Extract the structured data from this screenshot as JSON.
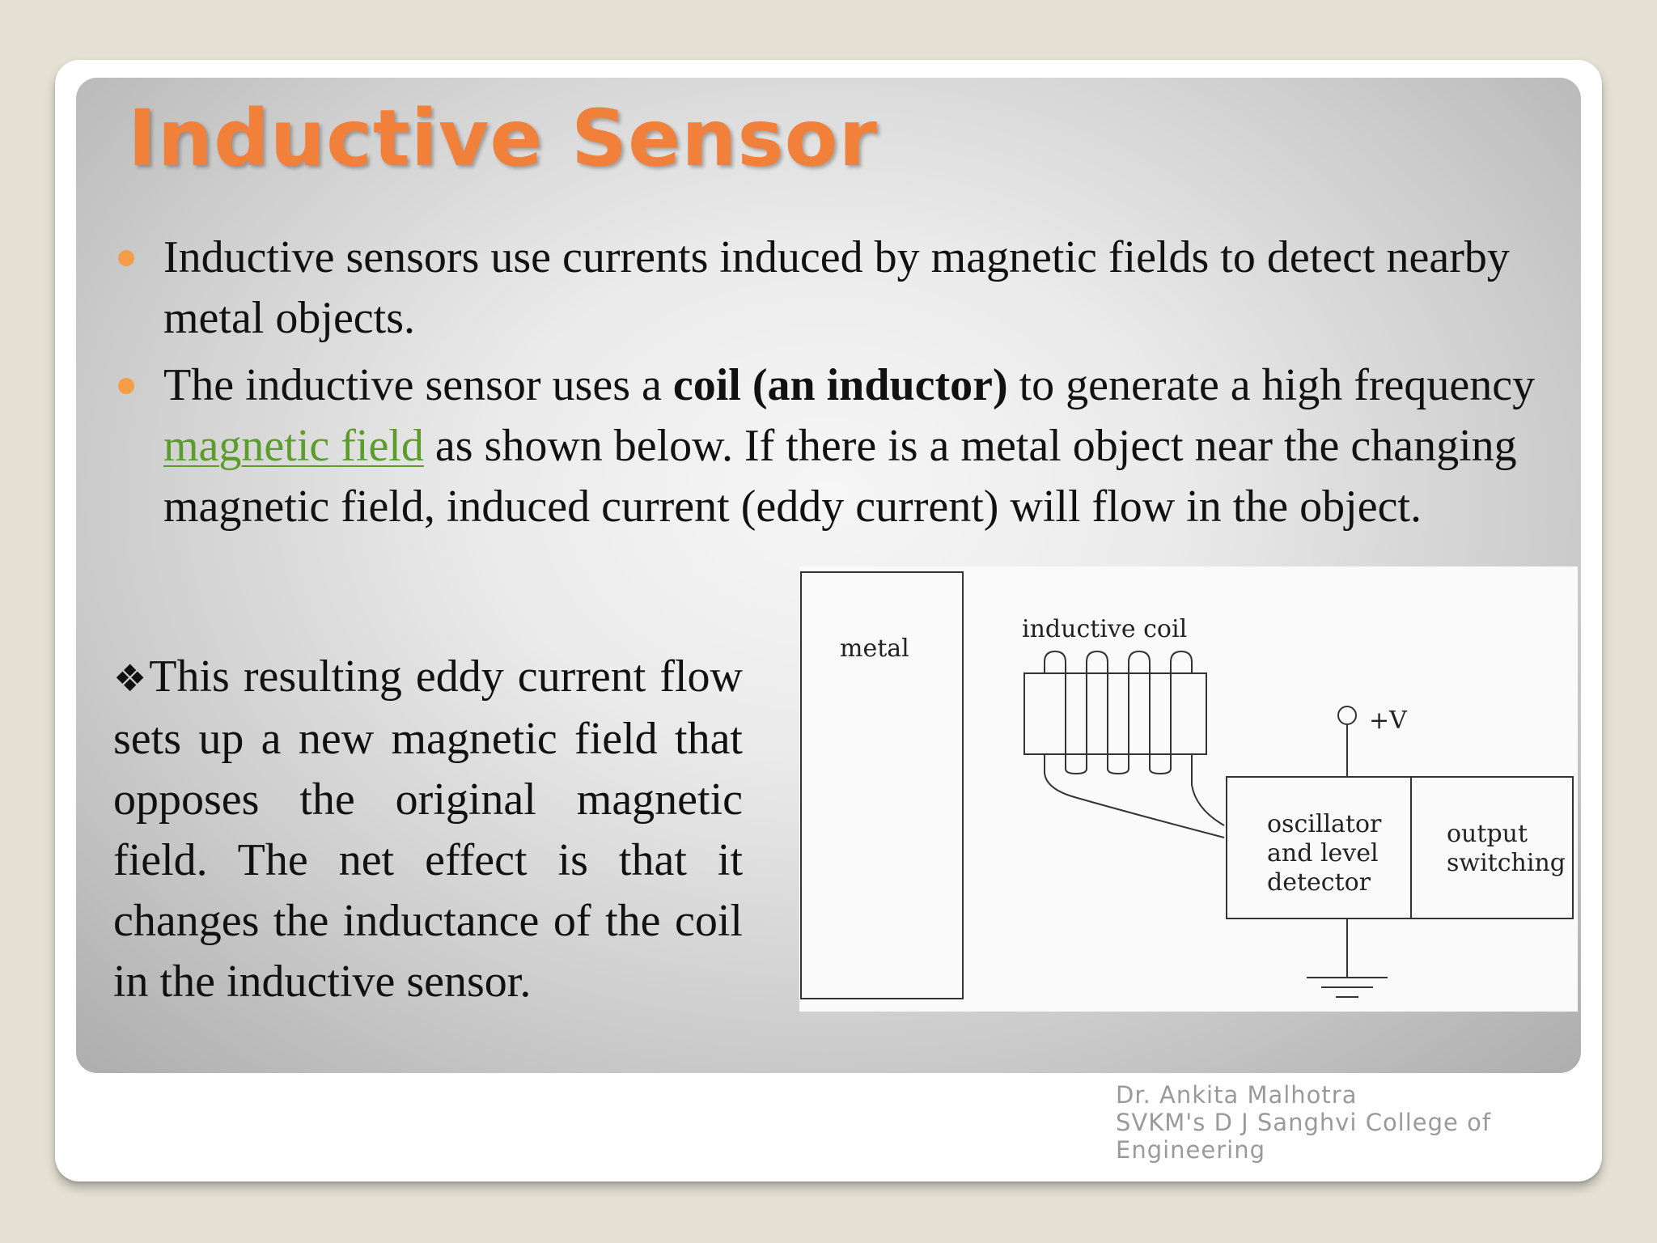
{
  "slide": {
    "title": "Inductive Sensor",
    "bullets": [
      {
        "text": "Inductive sensors use currents induced by magnetic fields to detect nearby metal objects."
      },
      {
        "pre": "The inductive sensor uses a ",
        "bold": "coil (an inductor)",
        "mid": " to generate a high frequency ",
        "link": "magnetic field",
        "post": " as shown below. If there is a metal object near the changing magnetic field, induced current (eddy current) will flow in the object."
      }
    ],
    "eddy_paragraph": {
      "marker": "❖",
      "text": "This resulting eddy current flow sets up a new magnetic field that opposes the original magnetic field. The net effect is that it changes the inductance of the coil in the inductive sensor."
    }
  },
  "diagram": {
    "metal_label": "metal",
    "coil_label": "inductive coil",
    "supply_label": "+V",
    "oscillator_label": [
      "oscillator",
      "and level",
      "detector"
    ],
    "output_label": [
      "output",
      "switching"
    ]
  },
  "footer": {
    "author": "Dr. Ankita Malhotra",
    "institution_line1": "SVKM's D J Sanghvi College of",
    "institution_line2": "Engineering"
  },
  "colors": {
    "title": "#f0803a",
    "bullet_dot": "#f49c48",
    "link": "#5c9c2a",
    "background": "#e4e1d4"
  }
}
